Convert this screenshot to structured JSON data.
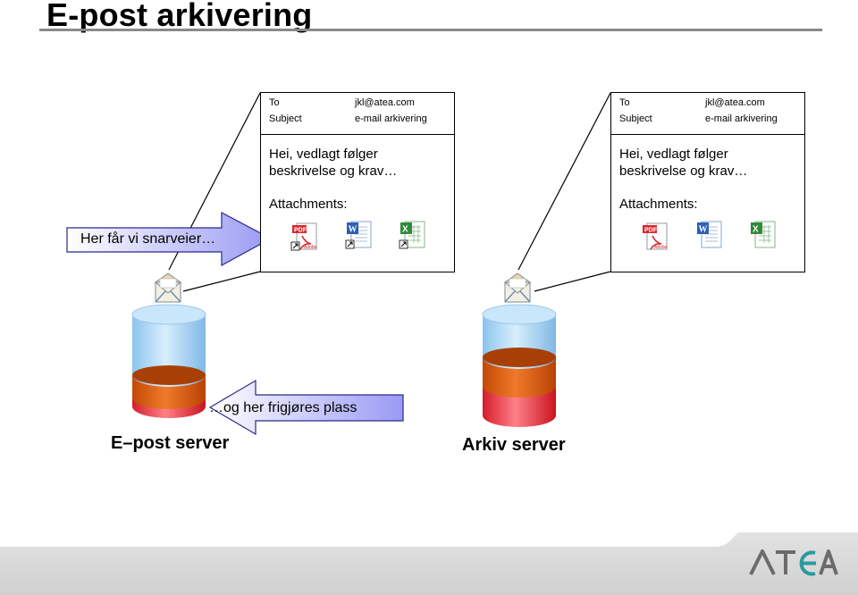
{
  "title": "E-post arkivering",
  "emails": [
    {
      "to_label": "To",
      "to_value": "jkl@atea.com",
      "subject_label": "Subject",
      "subject_value": "e-mail arkivering",
      "body": "Hei, vedlagt følger\nbeskrivelse og krav…",
      "attachments_label": "Attachments:",
      "attachment_icons": [
        "pdf-shortcut-icon",
        "word-shortcut-icon",
        "excel-shortcut-icon"
      ]
    },
    {
      "to_label": "To",
      "to_value": "jkl@atea.com",
      "subject_label": "Subject",
      "subject_value": "e-mail arkivering",
      "body": "Hei, vedlagt følger\nbeskrivelse og krav…",
      "attachments_label": "Attachments:",
      "attachment_icons": [
        "pdf-icon",
        "word-icon",
        "excel-icon"
      ]
    }
  ],
  "callouts": {
    "shortcuts": "Her får vi snarveier…",
    "freed_space": "…og her frigjøres plass"
  },
  "servers": {
    "email_server": "E–post server",
    "archive_server": "Arkiv server"
  },
  "colors": {
    "cylinder_blue": "#a9d6f5",
    "cylinder_orange": "#d9580c",
    "cylinder_red": "#e8323c",
    "arrow_fill": "#c8c8ff",
    "brand_teal": "#2a9aa0",
    "brand_gray": "#6b6b6b"
  },
  "logo_text": "ATEA"
}
